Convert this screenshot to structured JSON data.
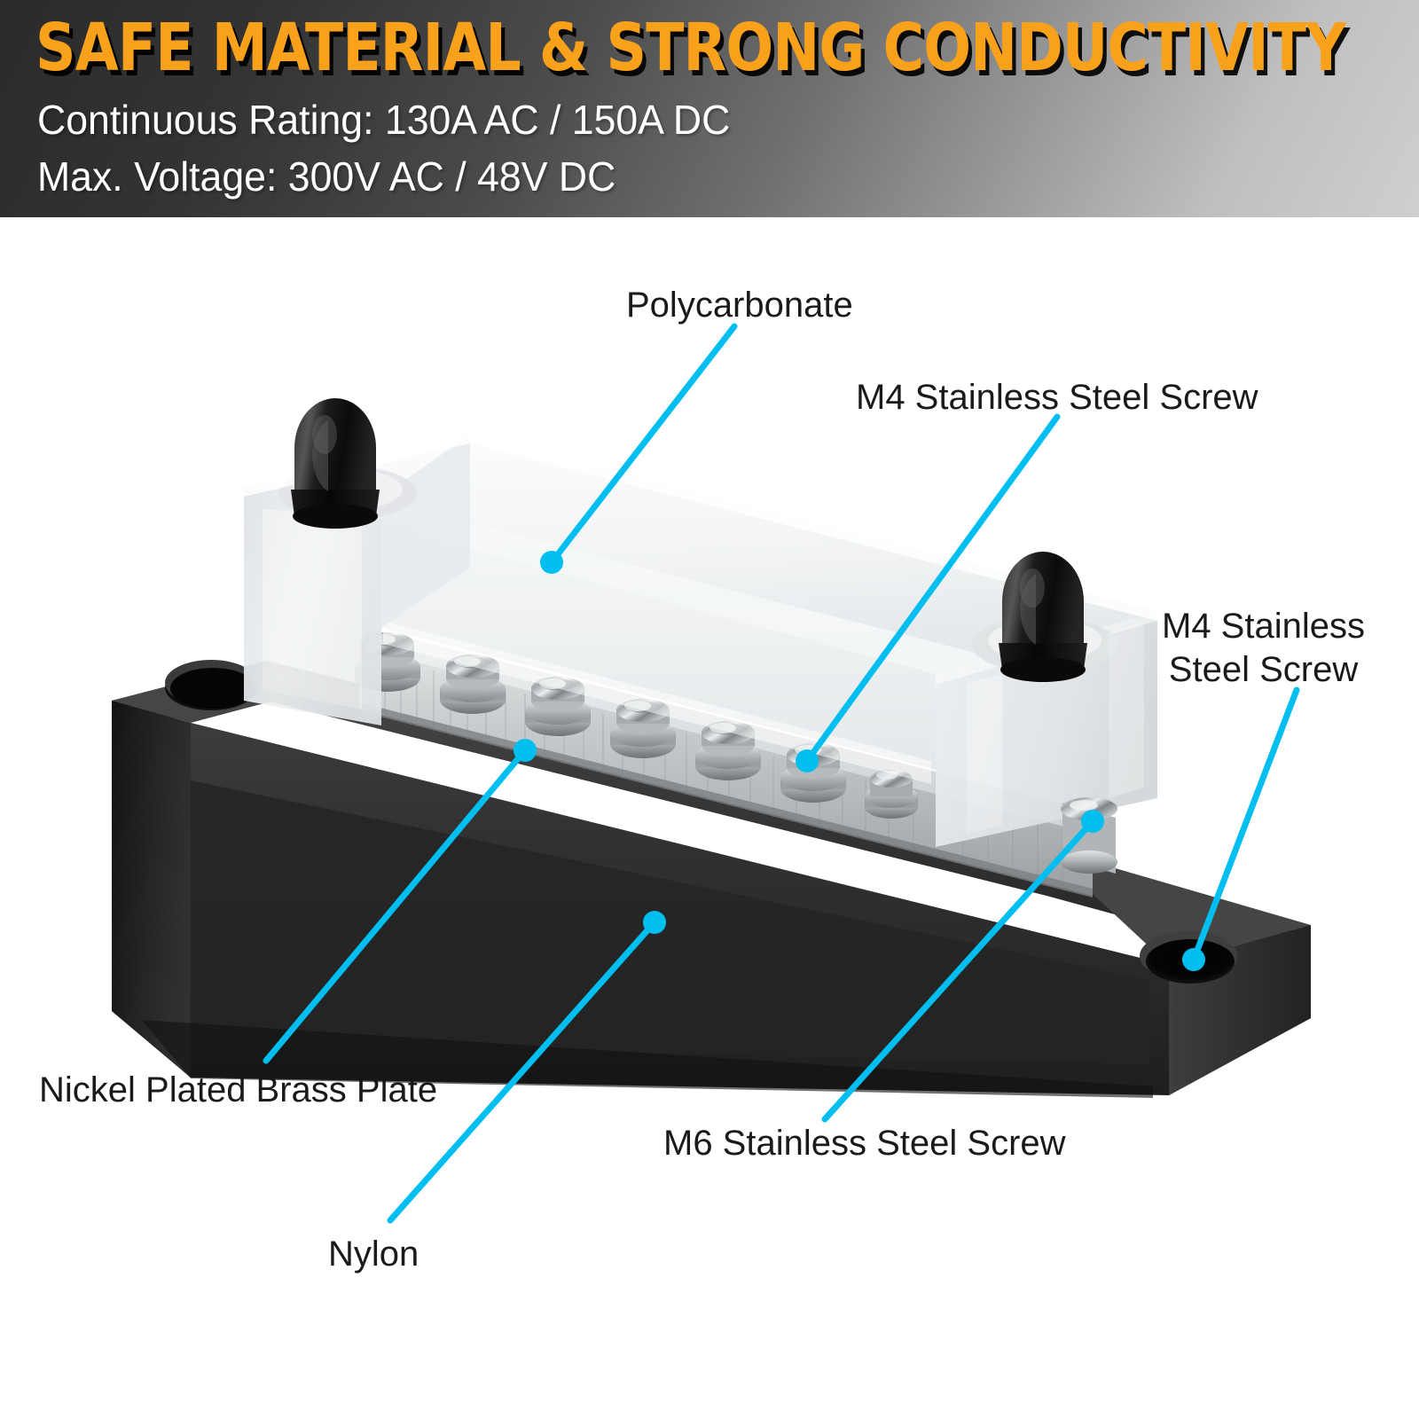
{
  "header": {
    "title": "SAFE MATERIAL & STRONG CONDUCTIVITY",
    "spec_line_1": "Continuous Rating: 130A AC / 150A DC",
    "spec_line_2": "Max. Voltage: 300V AC / 48V DC",
    "title_color": "#F9A11B",
    "text_color": "#FFFFFF"
  },
  "callouts": {
    "accent_color": "#00BFF0",
    "items": [
      {
        "id": "polycarbonate",
        "label": "Polycarbonate"
      },
      {
        "id": "m4-screw-top",
        "label": "M4 Stainless Steel Screw"
      },
      {
        "id": "m4-screw-right",
        "label": "M4 Stainless\nSteel Screw"
      },
      {
        "id": "brass-plate",
        "label": "Nickel Plated Brass Plate"
      },
      {
        "id": "m6-screw",
        "label": "M6 Stainless Steel Screw"
      },
      {
        "id": "nylon",
        "label": "Nylon"
      }
    ]
  },
  "product": {
    "name": "bus-bar-terminal-block",
    "m4_screw_count": 8,
    "colors": {
      "nylon_base": "#2d2d2d",
      "polycarbonate_cover": "#e9eced",
      "brass_plate": "#c6c9ca",
      "rubber_cap": "#121212",
      "screw_chrome": "#b9bdbf"
    }
  }
}
